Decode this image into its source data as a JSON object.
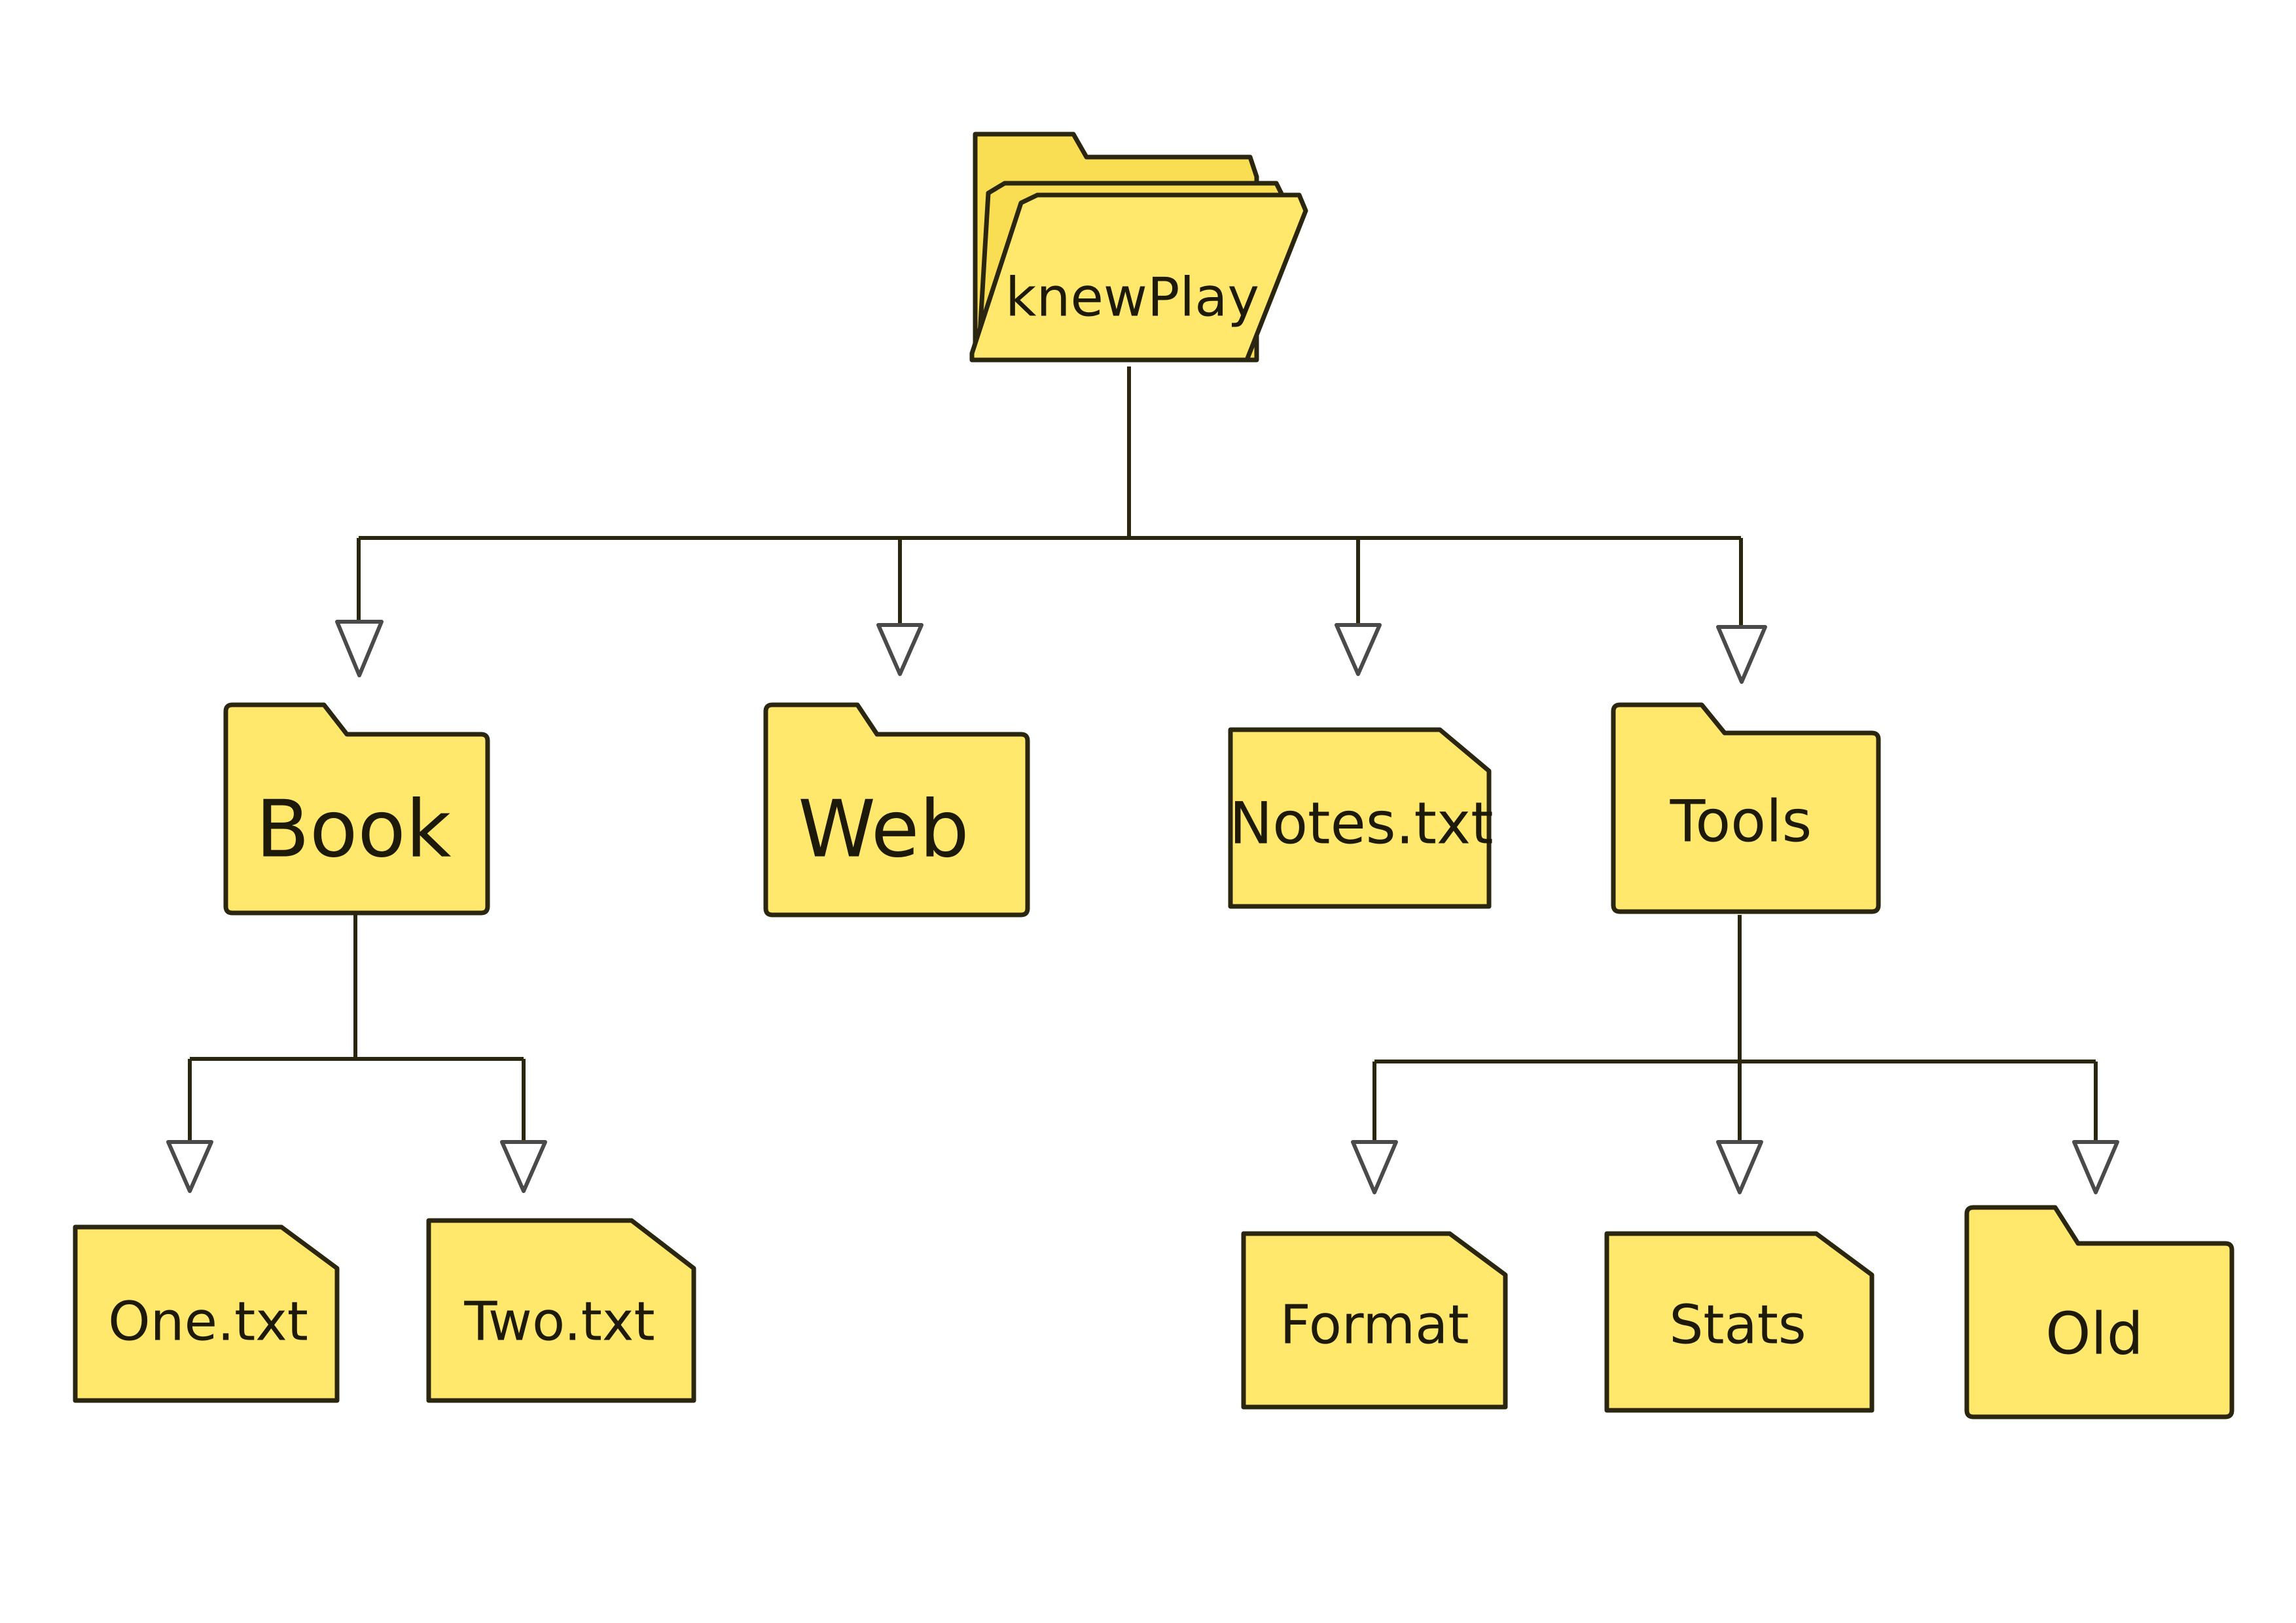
{
  "diagram": {
    "root": {
      "label": "knewPlay",
      "kind": "open-folder-icon"
    },
    "level1": [
      {
        "label": "Book",
        "kind": "folder-icon"
      },
      {
        "label": "Web",
        "kind": "folder-icon"
      },
      {
        "label": "Notes.txt",
        "kind": "file-icon"
      },
      {
        "label": "Tools",
        "kind": "folder-icon"
      }
    ],
    "book_children": [
      {
        "label": "One.txt",
        "kind": "file-icon"
      },
      {
        "label": "Two.txt",
        "kind": "file-icon"
      }
    ],
    "tools_children": [
      {
        "label": "Format",
        "kind": "file-icon"
      },
      {
        "label": "Stats",
        "kind": "file-icon"
      },
      {
        "label": "Old",
        "kind": "folder-icon"
      }
    ],
    "colors": {
      "fill": "#ffe86b",
      "outline": "#2b2610",
      "arrow": "#4a4a4a",
      "background": "#ffffff"
    }
  }
}
